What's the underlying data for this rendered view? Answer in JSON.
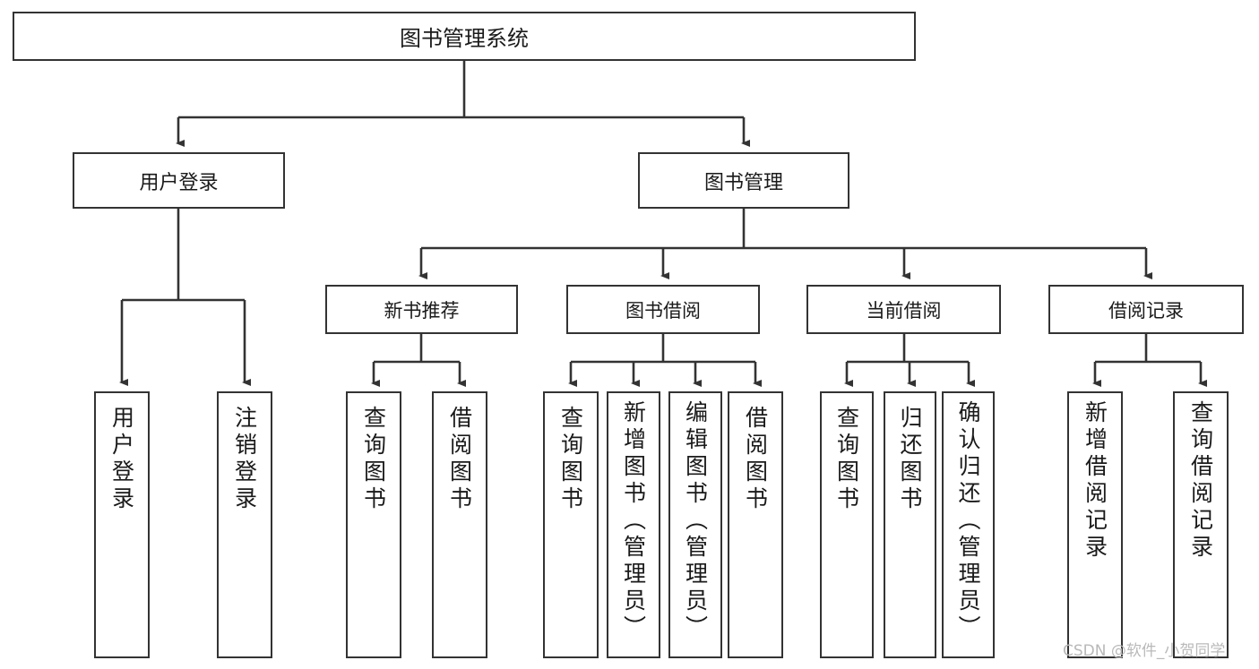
{
  "diagram": {
    "type": "tree",
    "title": "图书管理系统",
    "orientation": "top-down",
    "colors": {
      "node_fill": "#ffffff",
      "node_border": "#333333",
      "edge": "#333333",
      "text": "#1a1a1a",
      "watermark": "#b9b9b9"
    },
    "nodes": {
      "root": {
        "label": "图书管理系统"
      },
      "level1": [
        {
          "label": "用户登录"
        },
        {
          "label": "图书管理"
        }
      ],
      "level2": [
        {
          "label": "新书推荐"
        },
        {
          "label": "图书借阅"
        },
        {
          "label": "当前借阅"
        },
        {
          "label": "借阅记录"
        }
      ],
      "leaves": {
        "user_login": [
          {
            "label": "用户登录"
          },
          {
            "label": "注销登录"
          }
        ],
        "new_book_recommend": [
          {
            "label": "查询图书"
          },
          {
            "label": "借阅图书"
          }
        ],
        "book_borrow": [
          {
            "label": "查询图书"
          },
          {
            "label": "新增图书（管理员）"
          },
          {
            "label": "编辑图书（管理员）"
          },
          {
            "label": "借阅图书"
          }
        ],
        "current_borrow": [
          {
            "label": "查询图书"
          },
          {
            "label": "归还图书"
          },
          {
            "label": "确认归还（管理员）"
          }
        ],
        "borrow_record": [
          {
            "label": "新增借阅记录"
          },
          {
            "label": "查询借阅记录"
          }
        ]
      }
    }
  },
  "watermark": {
    "text": "CSDN @软件_小贺同学"
  }
}
